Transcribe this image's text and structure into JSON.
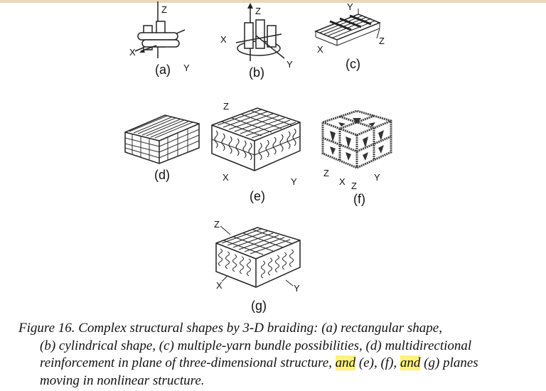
{
  "panels": {
    "a": {
      "label": "(a)",
      "axes": [
        "Z",
        "X",
        "Y"
      ]
    },
    "b": {
      "label": "(b)",
      "axes": [
        "Z",
        "X",
        "Y"
      ]
    },
    "c": {
      "label": "(c)",
      "axes": [
        "Y",
        "X",
        "Z"
      ]
    },
    "d": {
      "label": "(d)"
    },
    "e": {
      "label": "(e)",
      "axes": [
        "Z",
        "X",
        "Y"
      ]
    },
    "f": {
      "label": "(f)",
      "axes": [
        "Z",
        "X",
        "Z",
        "Y"
      ]
    },
    "g": {
      "label": "(g)",
      "axes": [
        "Z",
        "X",
        "Y"
      ]
    }
  },
  "caption": {
    "line1": "Figure 16. Complex structural shapes by 3-D braiding: (a) rectangular shape,",
    "line2": "(b) cylindrical shape, (c) multiple-yarn bundle possibilities, (d) multidirectional",
    "line3a": "reinforcement in plane of three-dimensional structure, ",
    "and1": "and",
    "line3b": " (e), (f), ",
    "and2": "and",
    "line3c": " (g) planes",
    "line4": "moving in nonlinear structure.",
    "highlight_color": "#fff27a"
  }
}
